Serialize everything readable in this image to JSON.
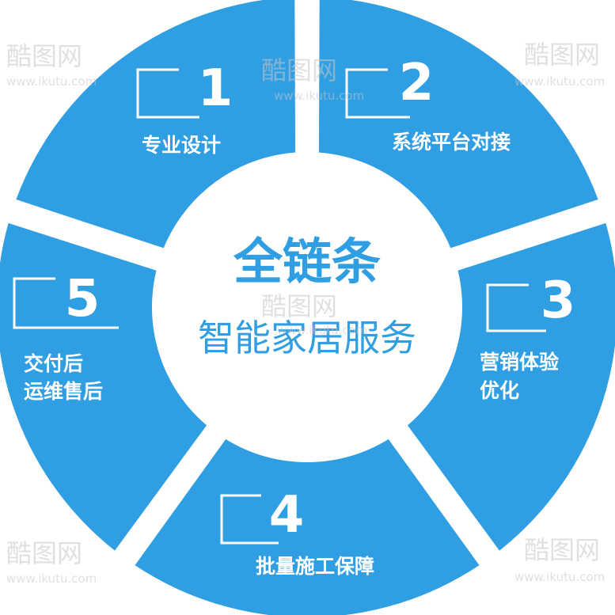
{
  "center": {
    "title": "全链条",
    "subtitle": "智能家居服务"
  },
  "segments": [
    {
      "number": "1",
      "lines": [
        "专业设计"
      ]
    },
    {
      "number": "2",
      "lines": [
        "系统平台对接"
      ]
    },
    {
      "number": "3",
      "lines": [
        "营销体验",
        "优化"
      ]
    },
    {
      "number": "4",
      "lines": [
        "批量施工保障"
      ]
    },
    {
      "number": "5",
      "lines": [
        "交付后",
        "运维售后"
      ]
    }
  ],
  "watermark": {
    "brand": "酷图网",
    "url": "www.ikutu.com"
  },
  "colors": {
    "segment_fill": "#2f9ee3",
    "center_text": "#2f9ee3",
    "background": "#ffffff"
  }
}
